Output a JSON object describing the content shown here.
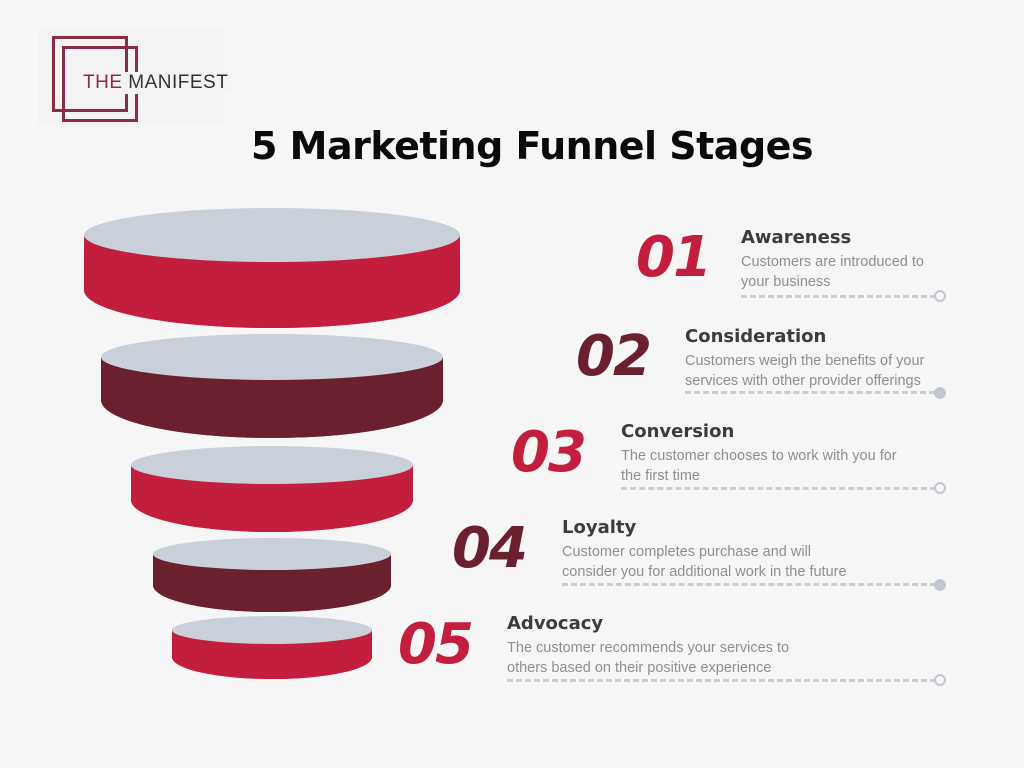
{
  "logo": {
    "part1": "THE",
    "part2": "MANIFEST"
  },
  "title": "5 Marketing Funnel Stages",
  "colors": {
    "red": "#c41e3f",
    "maroon": "#6b2030",
    "disk_top": "#c9d0d9",
    "heading": "#3a3d3a",
    "desc": "#8c8f94",
    "line": "#c9ced6",
    "background": "#f6f6f7"
  },
  "stages": [
    {
      "num": "01",
      "heading": "Awareness",
      "desc1": "Customers are introduced to",
      "desc2": "your business",
      "color": "red",
      "end": "ring"
    },
    {
      "num": "02",
      "heading": "Consideration",
      "desc1": "Customers weigh the benefits of your",
      "desc2": "services with other provider offerings",
      "color": "maroon",
      "end": "fill"
    },
    {
      "num": "03",
      "heading": "Conversion",
      "desc1": "The customer chooses to work with you for",
      "desc2": "the first time",
      "color": "red",
      "end": "ring"
    },
    {
      "num": "04",
      "heading": "Loyalty",
      "desc1": "Customer completes purchase and will",
      "desc2": "consider you for additional work in the future",
      "color": "maroon",
      "end": "fill"
    },
    {
      "num": "05",
      "heading": "Advocacy",
      "desc1": "The customer recommends your services to",
      "desc2": "others based on their positive experience",
      "color": "red",
      "end": "ring"
    }
  ]
}
